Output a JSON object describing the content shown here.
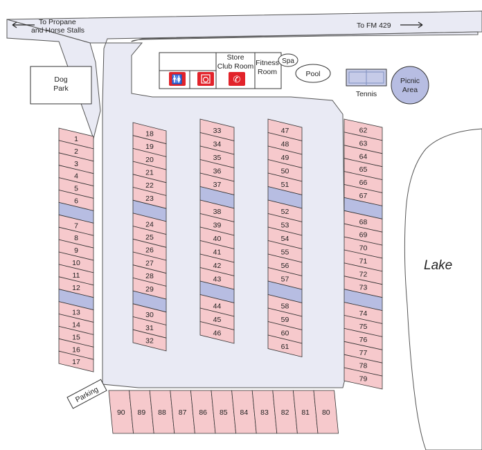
{
  "map": {
    "directions": {
      "propane": "To Propane\nand Horse Stalls",
      "fm": "To FM 429"
    },
    "facilities": {
      "dog_park": "Dog\nPark",
      "store": "Store\nClub Room",
      "fitness": "Fitness\nRoom",
      "spa": "Spa",
      "pool": "Pool",
      "tennis": "Tennis",
      "picnic": "Picnic\nArea",
      "lake": "Lake",
      "parking": "Parking"
    },
    "colors": {
      "site_fill": "#f6c9cc",
      "accent_blue": "#b7bde2",
      "road": "#e9eaf4",
      "icon_red": "#e2232a",
      "tennis_court": "#7f8fbf"
    },
    "rows": [
      {
        "id": "row-1",
        "labels": [
          "1",
          "2",
          "3",
          "4",
          "5",
          "6",
          "",
          "7",
          "8",
          "9",
          "10",
          "11",
          "12",
          "",
          "13",
          "14",
          "15",
          "16",
          "17"
        ]
      },
      {
        "id": "row-2",
        "labels": [
          "18",
          "19",
          "20",
          "21",
          "22",
          "23",
          "",
          "24",
          "25",
          "26",
          "27",
          "28",
          "29",
          "",
          "30",
          "31",
          "32"
        ]
      },
      {
        "id": "row-3",
        "labels": [
          "33",
          "34",
          "35",
          "36",
          "37",
          "",
          "38",
          "39",
          "40",
          "41",
          "42",
          "43",
          "",
          "44",
          "45",
          "46"
        ]
      },
      {
        "id": "row-4",
        "labels": [
          "47",
          "48",
          "49",
          "50",
          "51",
          "",
          "52",
          "53",
          "54",
          "55",
          "56",
          "57",
          "",
          "58",
          "59",
          "60",
          "61"
        ]
      },
      {
        "id": "row-5",
        "labels": [
          "62",
          "63",
          "64",
          "65",
          "66",
          "67",
          "",
          "68",
          "69",
          "70",
          "71",
          "72",
          "73",
          "",
          "74",
          "75",
          "76",
          "77",
          "78",
          "79"
        ]
      },
      {
        "id": "row-bottom",
        "labels": [
          "90",
          "89",
          "88",
          "87",
          "86",
          "85",
          "84",
          "83",
          "82",
          "81",
          "80"
        ]
      }
    ]
  }
}
